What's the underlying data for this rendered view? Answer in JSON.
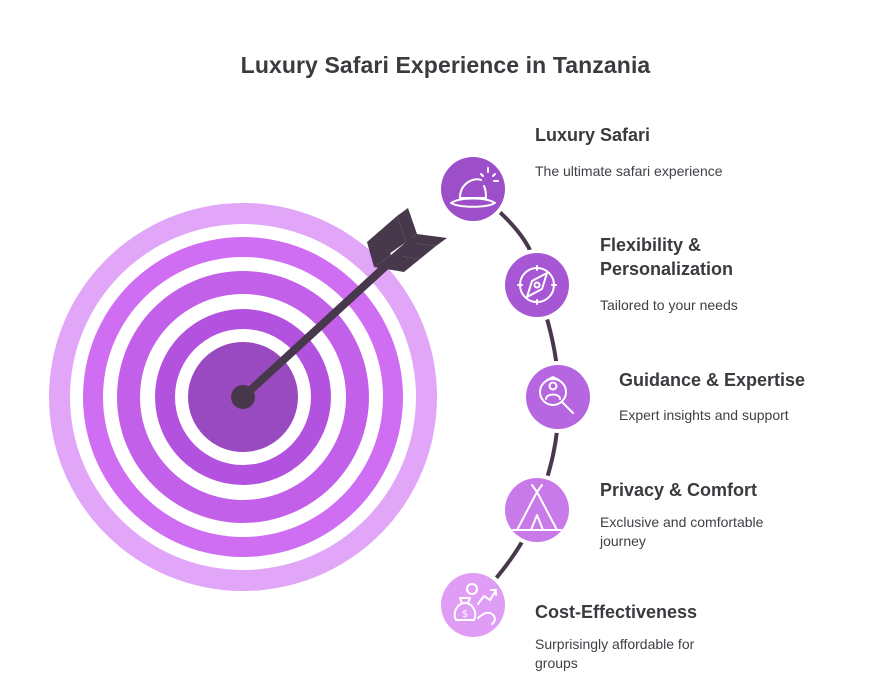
{
  "title": "Luxury Safari Experience in Tanzania",
  "colors": {
    "ring_light": "#e1a6f7",
    "ring_mid": "#cf6ef2",
    "ring_core": "#9a4ac1",
    "node_dark": "#9c4fc8",
    "node_mid": "#b566e0",
    "node_light": "#df9df6",
    "arrow": "#48384c"
  },
  "items": [
    {
      "title": "Luxury Safari",
      "description": "The ultimate safari experience",
      "icon": "bucket-hat-icon"
    },
    {
      "title": "Flexibility & Personalization",
      "description": "Tailored to your needs",
      "icon": "compass-icon"
    },
    {
      "title": "Guidance & Expertise",
      "description": "Expert insights and support",
      "icon": "search-expert-icon"
    },
    {
      "title": "Privacy & Comfort",
      "description": "Exclusive and comfortable journey",
      "icon": "tent-icon"
    },
    {
      "title": "Cost-Effectiveness",
      "description": "Surprisingly affordable for groups",
      "icon": "money-growth-icon"
    }
  ]
}
